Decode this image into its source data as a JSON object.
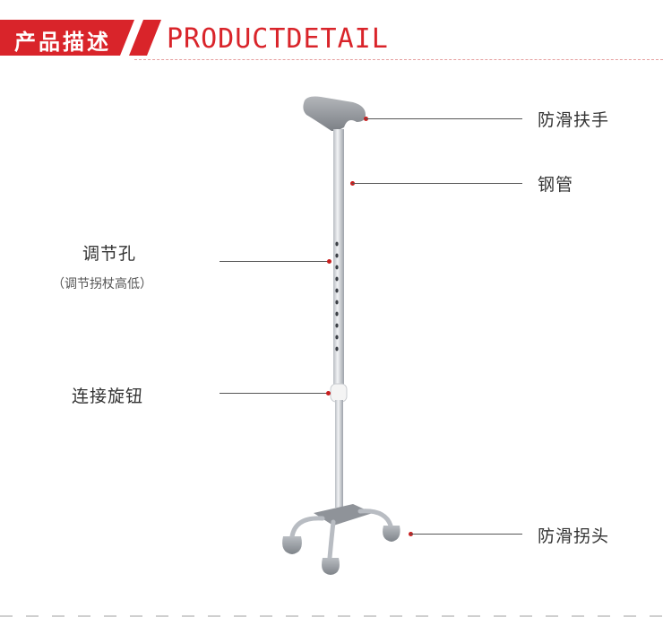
{
  "header": {
    "title_cn": "产品描述",
    "title_en": "PRODUCTDETAIL",
    "accent_color": "#d9242a"
  },
  "callouts": {
    "handle": "防滑扶手",
    "tube": "钢管",
    "holes": "调节孔",
    "holes_note": "（调节拐杖高低）",
    "knob": "连接旋钮",
    "feet": "防滑拐头"
  },
  "colors": {
    "leader_dot": "#c81e1e",
    "leader_line": "#555555"
  }
}
